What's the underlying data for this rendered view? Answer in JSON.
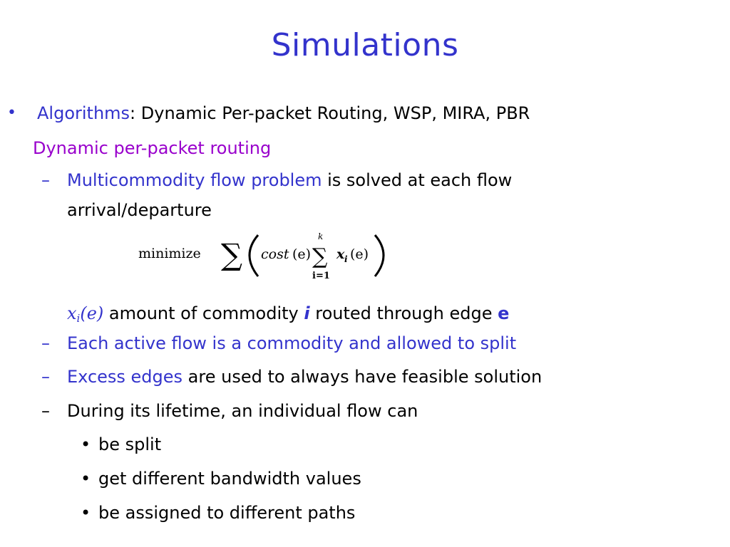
{
  "slide": {
    "title": "Simulations",
    "bullet1": {
      "marker": "•",
      "label": "Algorithms",
      "colon": ":",
      "text": " Dynamic Per-packet Routing, WSP, MIRA, PBR"
    },
    "subheading": "Dynamic per-packet routing",
    "dash_marker": "–",
    "item1": {
      "highlight": "Multicommodity flow problem",
      "rest_line1": " is solved at each flow",
      "line2": "arrival/departure"
    },
    "formula": {
      "minimize": "minimize",
      "sum_outer": "∑",
      "cost": "cost",
      "e_arg": "(e)",
      "sum_inner": "∑",
      "upper": "k",
      "lower": "i=1",
      "x": "x",
      "sub_i": "i",
      "x_arg": "(e)"
    },
    "definition": {
      "x": "x",
      "sub": "i",
      "arg": "(e)",
      "text1": " amount of commodity ",
      "i_var": "i",
      "text2": " routed through edge ",
      "e_var": "e"
    },
    "item2": "Each active flow is a commodity and allowed to split",
    "item3": {
      "highlight": "Excess edges",
      "rest": "  are  used to always have feasible solution"
    },
    "item4": "During its lifetime, an individual flow can",
    "sub_marker": "•",
    "subitems": [
      "be split",
      "get different bandwidth values",
      "be assigned to different paths"
    ]
  }
}
